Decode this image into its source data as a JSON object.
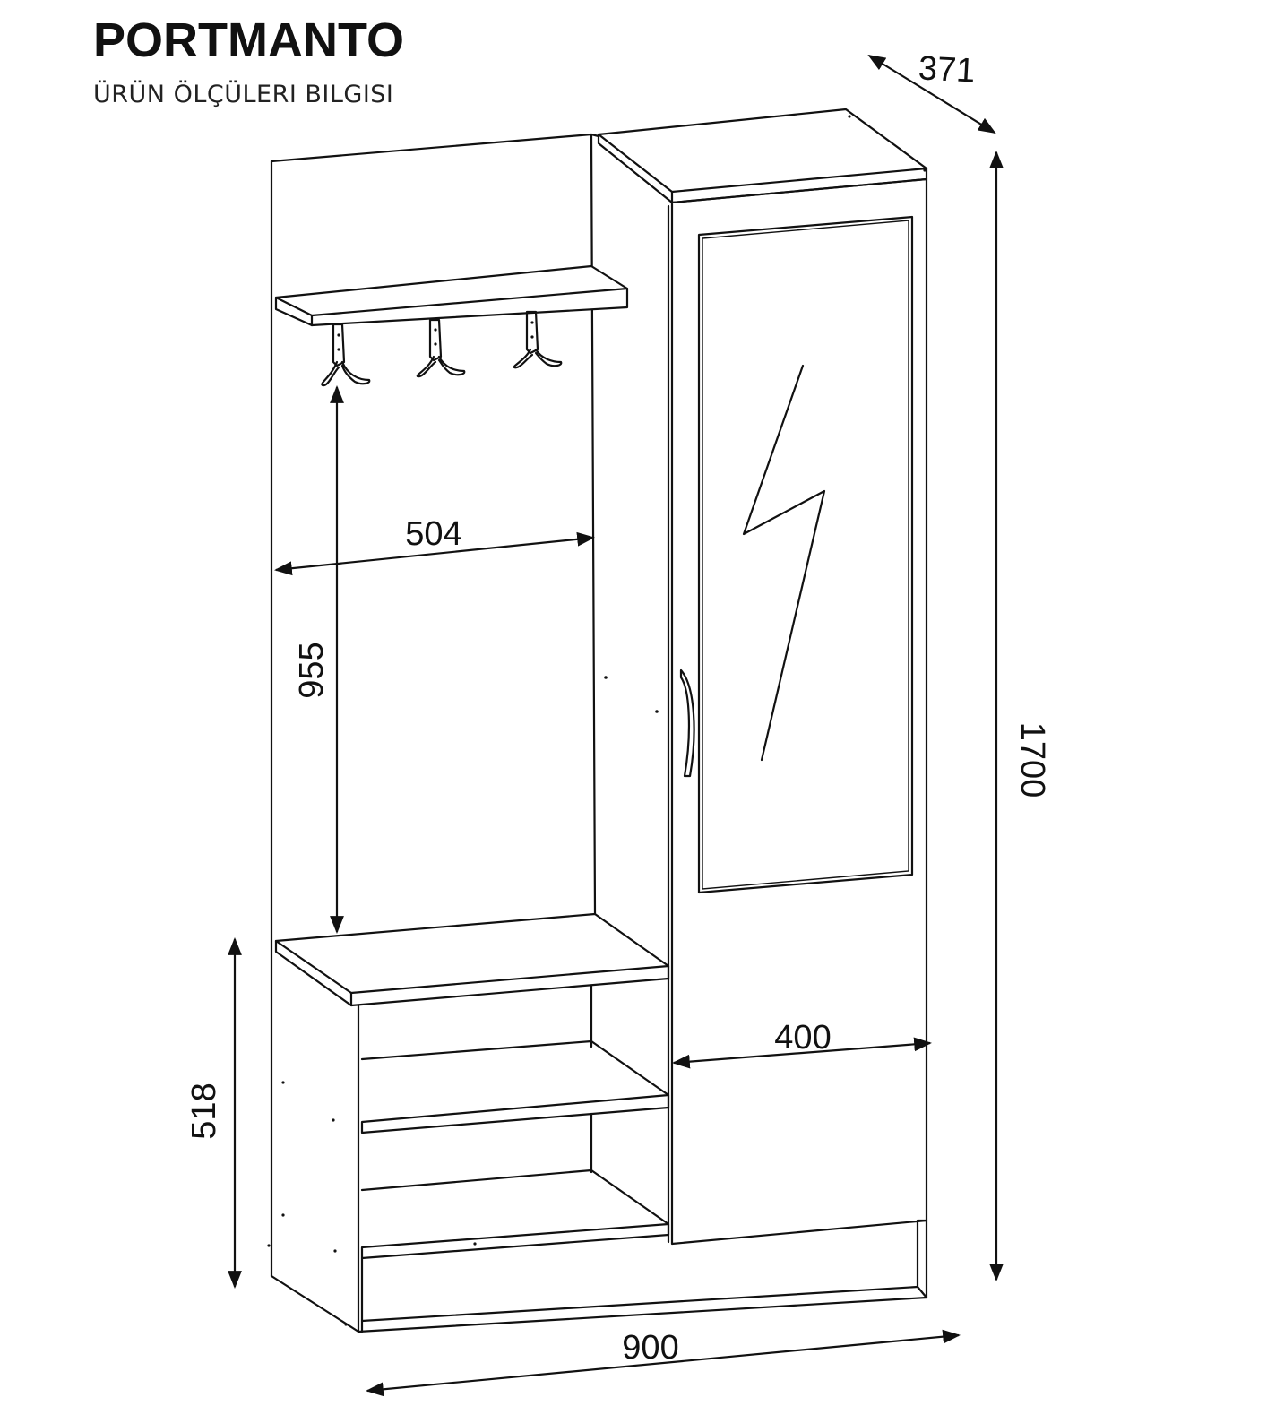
{
  "header": {
    "title": "PORTMANTO",
    "subtitle": "ÜRÜN ÖLÇÜLERI BILGISI"
  },
  "dimensions": {
    "depth": "371",
    "height_total": "1700",
    "hanger_width": "504",
    "hanger_height": "955",
    "cabinet_width": "400",
    "bench_height": "518",
    "total_width": "900"
  },
  "colors": {
    "line": "#111111",
    "background": "#ffffff"
  }
}
